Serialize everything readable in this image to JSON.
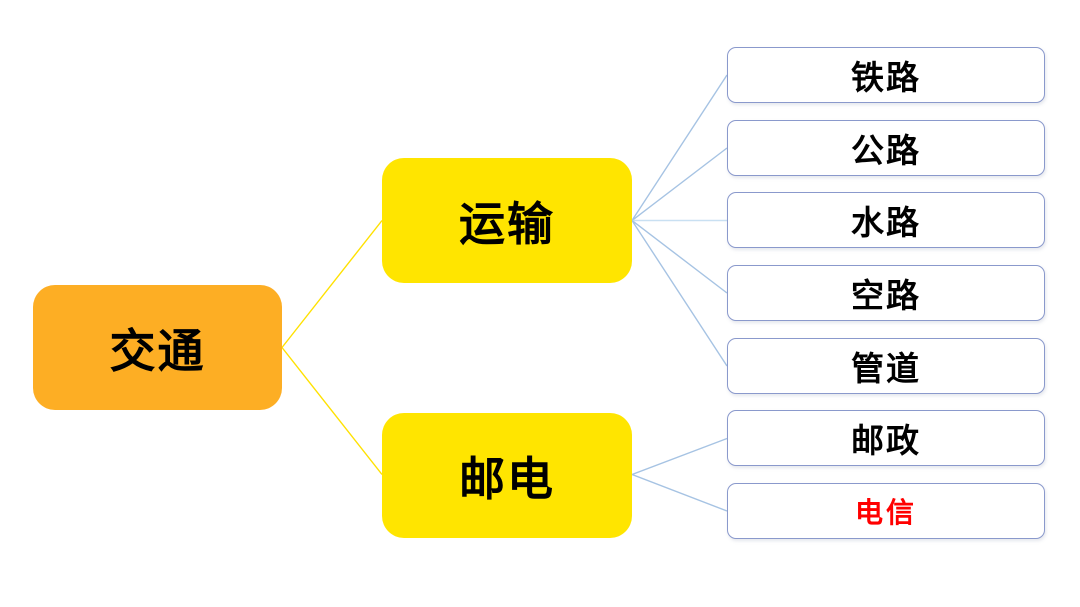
{
  "diagram": {
    "root": {
      "label": "交通"
    },
    "branches": [
      {
        "label": "运输"
      },
      {
        "label": "邮电"
      }
    ],
    "leaves": [
      {
        "label": "铁路",
        "text_color": "#000000"
      },
      {
        "label": "公路",
        "text_color": "#000000"
      },
      {
        "label": "水路",
        "text_color": "#000000"
      },
      {
        "label": "空路",
        "text_color": "#000000"
      },
      {
        "label": "管道",
        "text_color": "#000000"
      },
      {
        "label": "邮政",
        "text_color": "#000000"
      },
      {
        "label": "电信",
        "text_color": "#FF0000"
      }
    ],
    "colors": {
      "root_fill": "#FDAE24",
      "branch_fill": "#FFE500",
      "yellow_connector": "#FFE100",
      "blue_connector": "#A6C3E3",
      "blue_connector_light": "#C9E0F2",
      "leaf_border": "#8A99CC",
      "default_text": "#000000",
      "highlight_text": "#FF0000",
      "background": "#FFFFFF"
    }
  }
}
